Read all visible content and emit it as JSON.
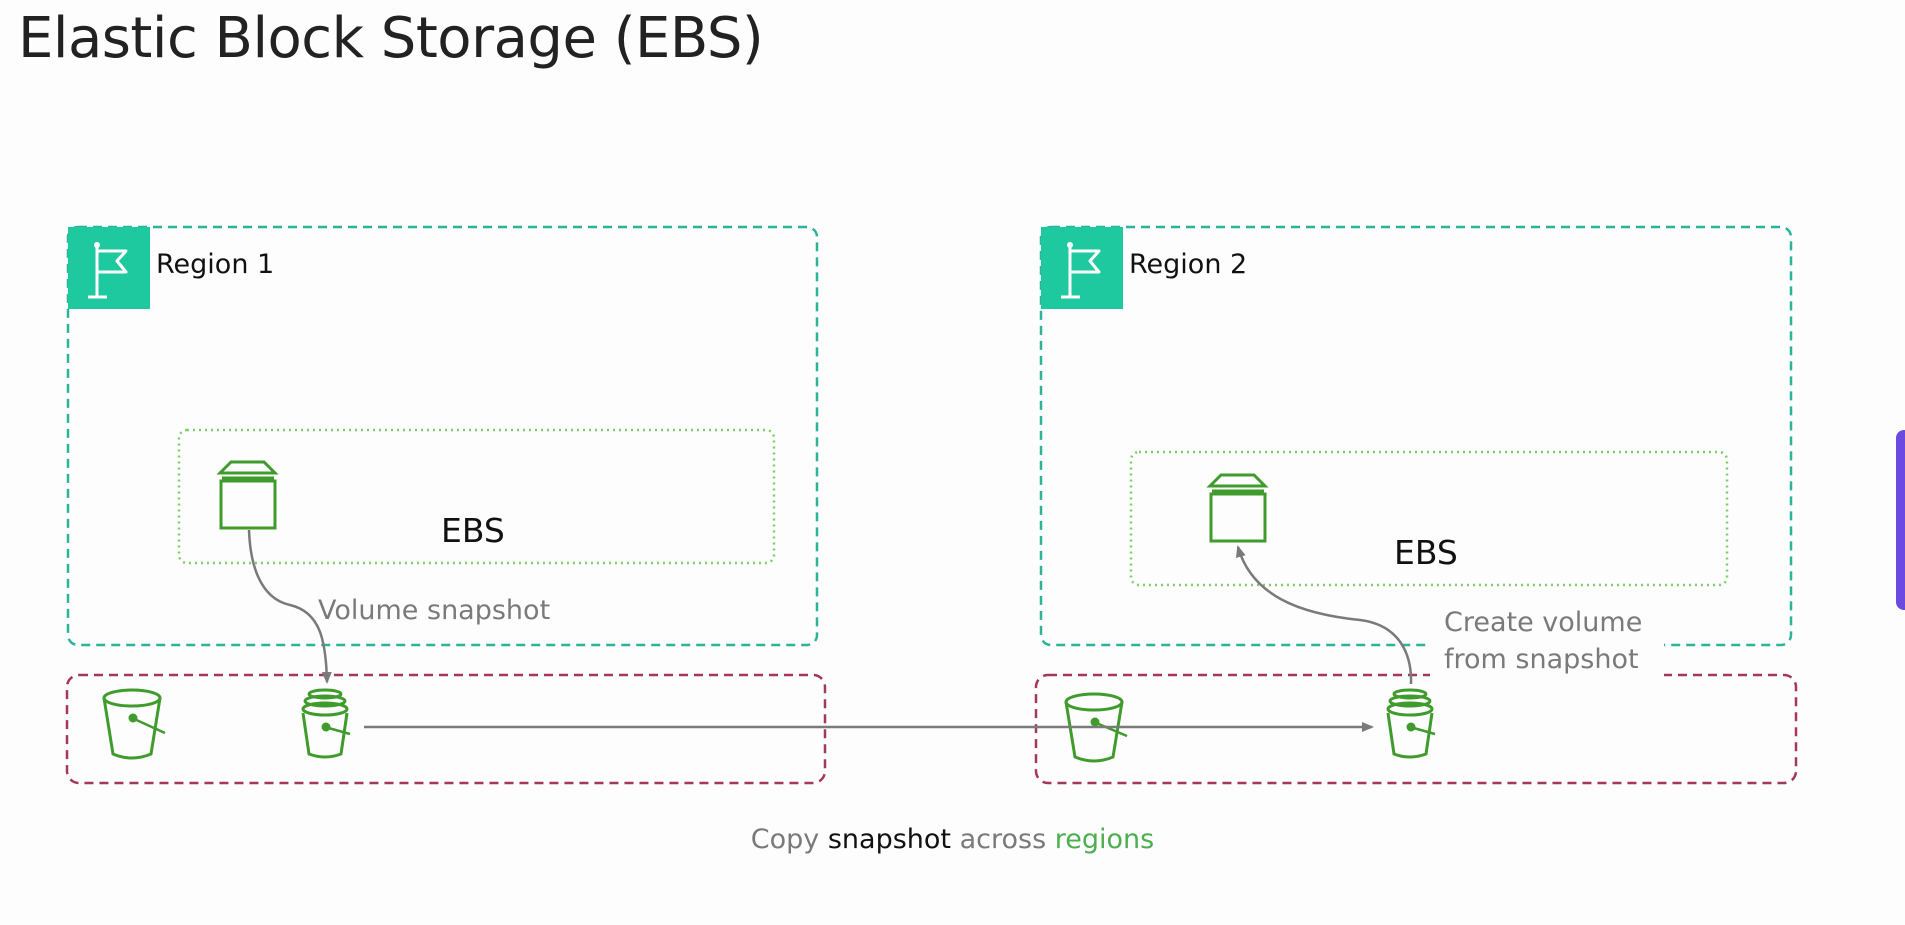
{
  "title": "Elastic Block Storage (EBS)",
  "colors": {
    "region_border": "#2db39a",
    "region_flag_bg": "#1fc9a0",
    "ebs_border": "#7ccf6a",
    "s3_border": "#a3375e",
    "icon_green": "#3f9b2c",
    "arrow_gray": "#7a7a7a",
    "accent_green": "#4caf50",
    "side_tab": "#6a4ae0"
  },
  "regions": [
    {
      "label": "Region 1",
      "icon": "flag-icon"
    },
    {
      "label": "Region 2",
      "icon": "flag-icon"
    }
  ],
  "ebs_groups": [
    {
      "label": "EBS",
      "icon": "ebs-volume-icon"
    },
    {
      "label": "EBS",
      "icon": "ebs-volume-icon"
    }
  ],
  "annotations": {
    "volume_snapshot": "Volume snapshot",
    "create_volume_line1": "Create volume",
    "create_volume_line2": "from snapshot"
  },
  "caption": {
    "part1": "Copy ",
    "part2": "snapshot",
    "part3": " across ",
    "part4": "regions"
  },
  "icons": {
    "bucket": "s3-bucket-icon",
    "snapshot": "snapshot-bucket-icon"
  }
}
